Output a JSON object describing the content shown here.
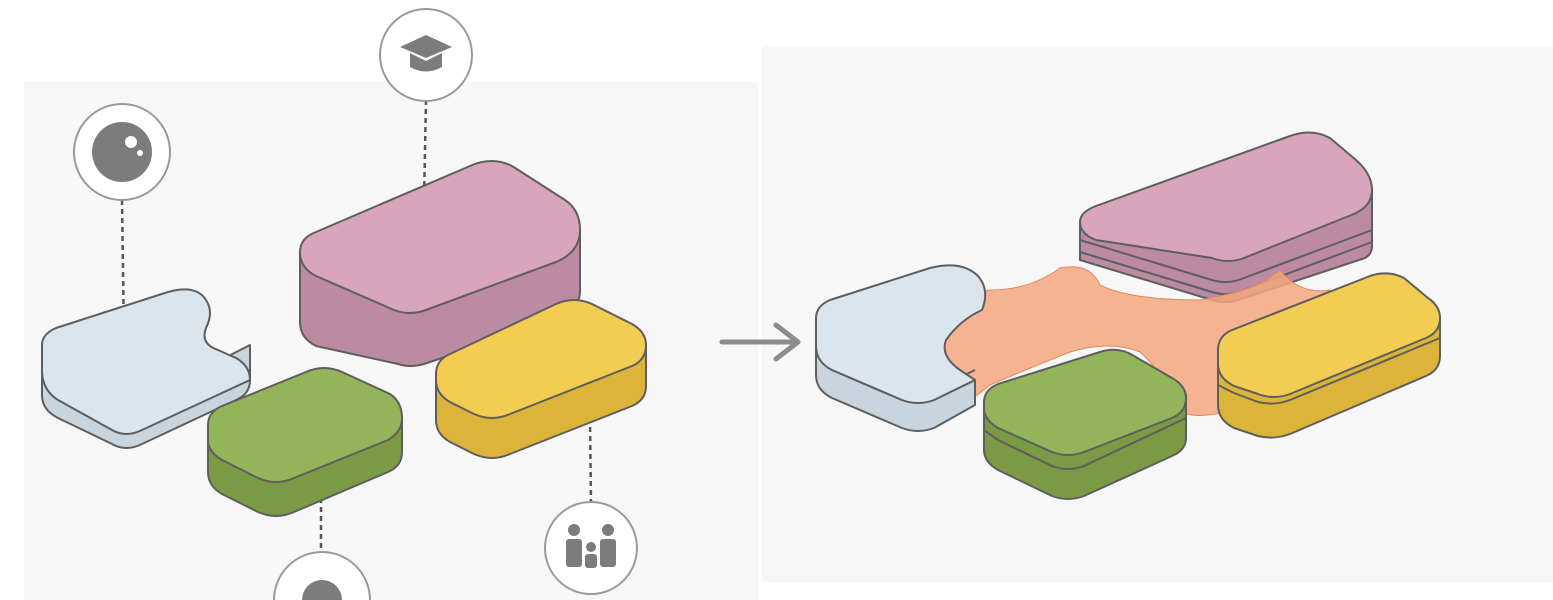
{
  "diagram": {
    "before_panel": {
      "blocks": [
        "light-blue-block",
        "pink-block",
        "green-block",
        "yellow-block"
      ],
      "icons": [
        "eye-icon",
        "graduation-cap-icon",
        "family-icon",
        "partial-icon"
      ]
    },
    "after_panel": {
      "blocks": [
        "light-blue-block",
        "pink-block",
        "green-block",
        "yellow-block"
      ],
      "overlay": "orange-shared-space"
    },
    "arrow": "right-arrow-icon"
  },
  "colors": {
    "panel_bg": "#f7f7f7",
    "blue": "#dbe5ee",
    "blue_side": "#c8d4de",
    "pink": "#d8a5bd",
    "pink_side": "#bd8aa3",
    "green": "#93b55a",
    "green_side": "#7a9a44",
    "yellow": "#f2cd52",
    "yellow_side": "#dcb43a",
    "orange": "#f5a77f",
    "icon_gray": "#7c7c7c",
    "outline": "#5e5e5e",
    "arrow": "#8c8c8c"
  }
}
